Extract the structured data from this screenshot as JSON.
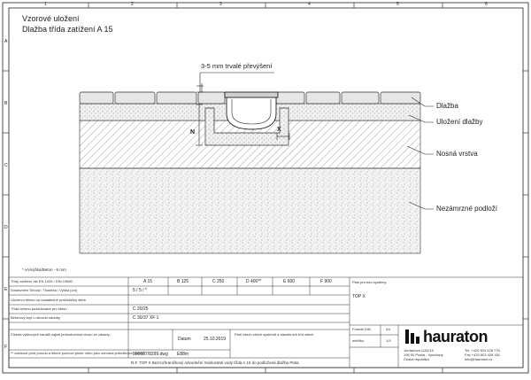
{
  "border": {
    "cols_top": [
      "1",
      "2",
      "3",
      "4",
      "5",
      "6"
    ],
    "rows_left": [
      "A",
      "B",
      "C",
      "D",
      "E",
      "F"
    ]
  },
  "title": {
    "line1": "Vzorové uložení",
    "line2": "Dlažba  třída zatížení A 15"
  },
  "drawing": {
    "dim_label": "3-5 mm trvalé převýšení",
    "n_label": "N",
    "x_label": "X",
    "layers": [
      "Dlažba",
      "Uložení dlažby",
      "Nosná vrstva",
      "Nezámrzné podloží"
    ],
    "footnote": "* v/v/výška/Beton - 6 mm"
  },
  "title_block": {
    "row1_label": "Třídy zatížení dle EN 1433 / DIN 19580",
    "classes": [
      "A 15",
      "B 125",
      "C 250",
      "D 400**",
      "E 600",
      "F 900"
    ],
    "row2_label": "Dostavnění  Síťová / Tloušťka / Výška (cm)",
    "row2_values": [
      "5 / 5 / *"
    ],
    "row3_label": "Uloženní těleso na dostatečně pražiciteľný štěrk",
    "row4_label": "Třída betonu požadovaná pro beton",
    "row4_value": "C 20/25",
    "row5_label": "Betonový kryt u obvodu nádoby",
    "row5_value": "C 30/37 XF 1",
    "row6_label": "Datum",
    "row6_value": "25.10.2019",
    "notes": "Čistota výškových kanálů zajistí jednoduchost oboru ze zásady...",
    "note2": "** odolnost proti proudu a šikmé pochozí ploše nebo jako ochrana jednotlivých kanálů",
    "doc_number": "000087/8299.dwg",
    "doc_ref": "E88m",
    "bottom_text": "R.F. TOP X Bezrozhraničkový odvodnění Svislovitatí vody třída A 15 do podložená dlažba Plata",
    "right_col": {
      "platnost_label": "Platí pro tuto systémy",
      "system": "TOP X",
      "platnost_note": "Platí všech všech systémů a stavebních tříd všech",
      "format_label": "Formát DIN",
      "format_value": "A4",
      "scale_label": "měřítko",
      "scale_value": "1:5"
    },
    "company": {
      "name": "hauraton",
      "address_line1": "Jordanova 1102/10",
      "address_line2": "196 00 Praha - Vysočany",
      "address_line3": "Česká republika",
      "phone": "Tel. +420 603 428 776",
      "fax": "Fax +420 603 428 451",
      "web": "info@hauraton.cz"
    }
  },
  "colors": {
    "line": "#222222",
    "hatch": "#555555",
    "gravel": "#eeeeee",
    "grey_fill": "#d9d9d9"
  }
}
